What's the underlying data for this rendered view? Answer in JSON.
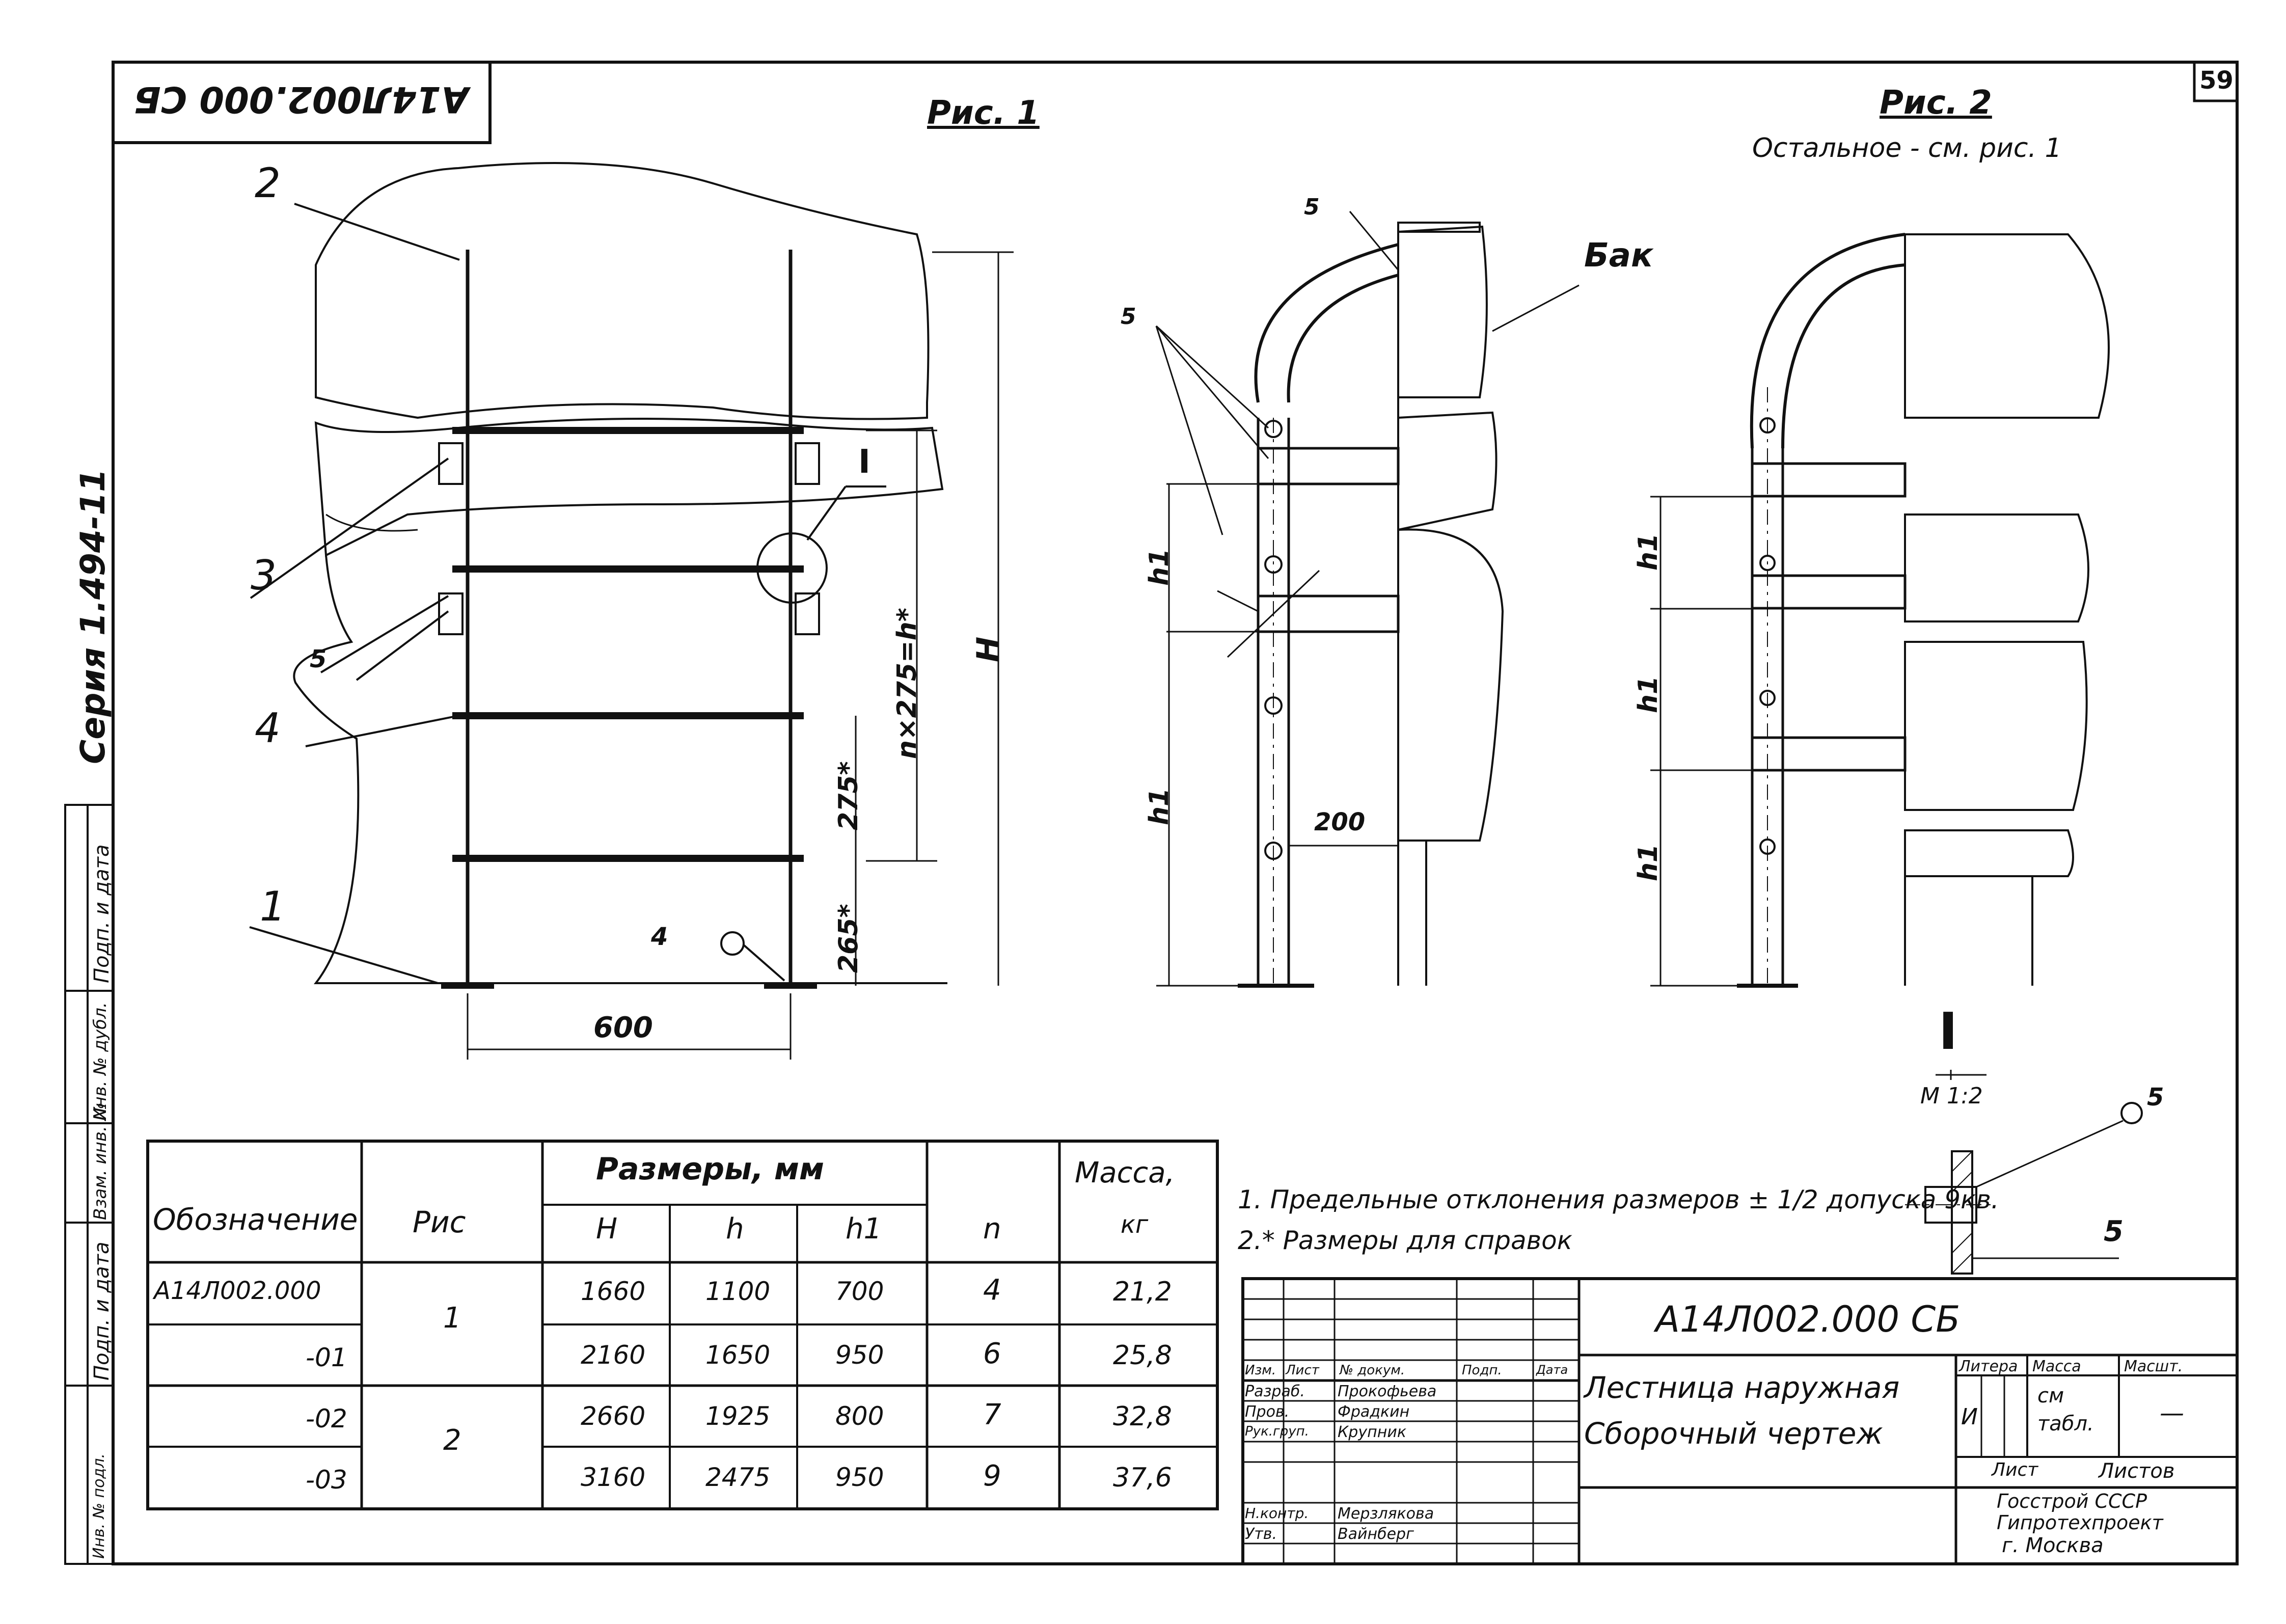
{
  "sheet": {
    "number": "59",
    "series": "Серия 1.494-11",
    "corner_code": "А14Л002.000 СБ",
    "side_labels": [
      "Подп. и дата",
      "Инв. № дубл.",
      "Взам. инв. №",
      "Подп. и дата",
      "Инв. № подл."
    ]
  },
  "fig1": {
    "title": "Рис. 1",
    "callouts": [
      "1",
      "2",
      "3",
      "4"
    ],
    "weld_5": "5",
    "weld_4": "4",
    "section_mark": "I",
    "dim_width": "600",
    "dim_span": "n×275=h*",
    "dim_step": "275*",
    "dim_bottom": "265*",
    "dim_height": "H"
  },
  "fig_side": {
    "weld_top": "5",
    "weld_left": "5",
    "tank_label": "Бак",
    "dim_h1": "h1",
    "dim_200": "200"
  },
  "fig2": {
    "title": "Рис. 2",
    "subtitle": "Остальное - см. рис. 1",
    "dim_h1": "h1"
  },
  "detail": {
    "mark": "I",
    "scale": "М 1:2",
    "weld": "5",
    "dim": "5"
  },
  "table": {
    "headers": {
      "designation": "Обозначение",
      "fig": "Рис",
      "sizes": "Размеры, мм",
      "H": "H",
      "h": "h",
      "h1": "h1",
      "n": "n",
      "mass": "Масса,",
      "mass_unit": "кг"
    },
    "rows": [
      {
        "designation": "А14Л002.000",
        "H": "1660",
        "h": "1100",
        "h1": "700",
        "n": "4",
        "mass": "21,2"
      },
      {
        "designation": "-01",
        "H": "2160",
        "h": "1650",
        "h1": "950",
        "n": "6",
        "mass": "25,8"
      },
      {
        "designation": "-02",
        "H": "2660",
        "h": "1925",
        "h1": "800",
        "n": "7",
        "mass": "32,8"
      },
      {
        "designation": "-03",
        "H": "3160",
        "h": "2475",
        "h1": "950",
        "n": "9",
        "mass": "37,6"
      }
    ],
    "fig_groups": [
      "1",
      "2"
    ]
  },
  "notes": [
    "1. Предельные отклонения размеров ± 1/2 допуска 9кв.",
    "2.* Размеры для справок"
  ],
  "title_block": {
    "code": "А14Л002.000 СБ",
    "name_line1": "Лестница наружная",
    "name_line2": "Сборочный чертеж",
    "col_headers": [
      "Изм.",
      "Лист",
      "№ докум.",
      "Подп.",
      "Дата"
    ],
    "roles": [
      {
        "role": "Разраб.",
        "name": "Прокофьева"
      },
      {
        "role": "Пров.",
        "name": "Фрадкин"
      },
      {
        "role": "Рук.груп.",
        "name": "Крупник"
      },
      {
        "role": "Н.контр.",
        "name": "Мерзлякова"
      },
      {
        "role": "Утв.",
        "name": "Вайнберг"
      }
    ],
    "litera_label": "Литера",
    "mass_label": "Масса",
    "scale_label": "Масшт.",
    "litera_value": "И",
    "mass_value_1": "см",
    "mass_value_2": "табл.",
    "scale_value": "—",
    "sheets_label": "Листов",
    "sheet_label": "Лист",
    "org_line1": "Госстрой СССР",
    "org_line2": "Гипротехпроект",
    "org_line3": "г. Москва"
  }
}
